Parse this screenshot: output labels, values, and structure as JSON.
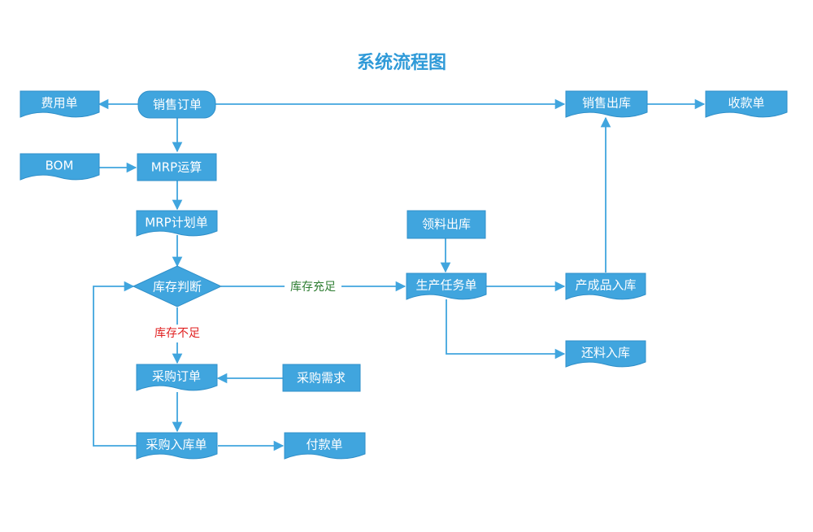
{
  "title": "系统流程图",
  "colors": {
    "node_fill": "#40a5de",
    "edge": "#40a5de",
    "title": "#2f9ad8",
    "label_sufficient": "#2e7d32",
    "label_insufficient": "#e02020"
  },
  "nodes": {
    "fee": "费用单",
    "sales_order": "销售订单",
    "sales_out": "销售出库",
    "receipt": "收款单",
    "bom": "BOM",
    "mrp_calc": "MRP运算",
    "mrp_plan": "MRP计划单",
    "material_out": "领料出库",
    "stock_check": "库存判断",
    "prod_task": "生产任务单",
    "finished_in": "产成品入库",
    "return_in": "还料入库",
    "purchase_order": "采购订单",
    "purchase_demand": "采购需求",
    "purchase_in": "采购入库单",
    "payment": "付款单"
  },
  "edge_labels": {
    "sufficient": "库存充足",
    "insufficient": "库存不足"
  }
}
